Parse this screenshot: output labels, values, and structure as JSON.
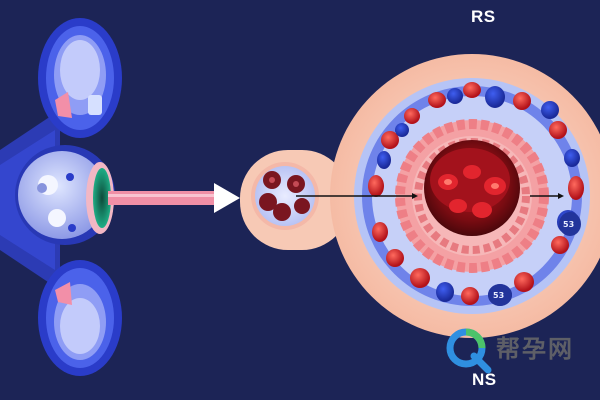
{
  "labels": {
    "top": "RS",
    "bottom": "NS",
    "cell_badge_1": "53",
    "cell_badge_2": "53"
  },
  "watermark": {
    "text": "帮孕网"
  },
  "colors": {
    "background": "#1c2456",
    "tissue_pink": "#f7c9b5",
    "membrane_blue": "#3b4fd8",
    "blood_red": "#d8232b",
    "tube_pink": "#f08fa6"
  }
}
